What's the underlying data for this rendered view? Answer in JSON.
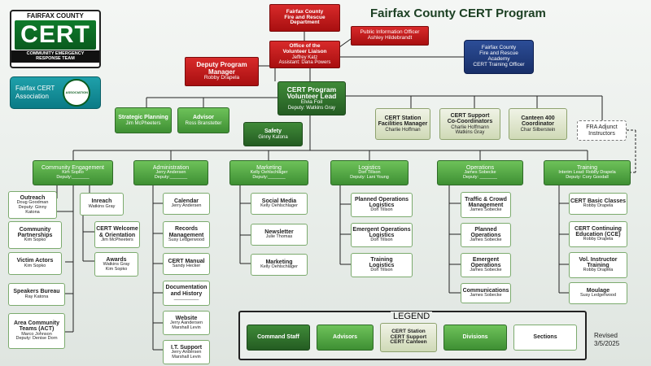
{
  "title": "Fairfax County CERT Program",
  "logo": {
    "top": "FAIRFAX COUNTY",
    "main": "CERT",
    "line1": "COMMUNITY EMERGENCY",
    "line2": "RESPONSE TEAM"
  },
  "association": {
    "line1": "Fairfax CERT",
    "line2": "Association",
    "seal_text": "ASSOCIATION"
  },
  "top_nodes": {
    "fire_dept": {
      "line1": "Fairfax County",
      "line2": "Fire and Rescue",
      "line3": "Department"
    },
    "pio": {
      "title": "Public Information Officer",
      "name": "Ashley Hildebrandt"
    },
    "ovl": {
      "line1": "Office of the",
      "line2": "Volunteer Liaison",
      "name": "Jeffrey Katz",
      "assistant": "Assistant: Dana Powers"
    },
    "academy": {
      "line1": "Fairfax County",
      "line2": "Fire and Rescue",
      "line3": "Academy",
      "line4": "CERT Training Officer"
    },
    "dpm": {
      "line1": "Deputy Program",
      "line2": "Manager",
      "name": "Robby Drapela"
    },
    "lead": {
      "line1": "CERT Program",
      "line2": "Volunteer Lead",
      "name": "Elvia Foil",
      "deputy": "Deputy: Watkins Gray"
    },
    "strategic": {
      "title": "Strategic Planning",
      "name": "Jim McPheeters"
    },
    "advisor": {
      "title": "Advisor",
      "name": "Ross Branstetter"
    },
    "safety": {
      "title": "Safety",
      "name": "Ginny Katona"
    },
    "facilities": {
      "line1": "CERT Station",
      "line2": "Facilities Manager",
      "name": "Charlie Hoffman"
    },
    "support": {
      "line1": "CERT Support",
      "line2": "Co-Coordinators",
      "name1": "Charlie Hoffmann",
      "name2": "Watkins Gray"
    },
    "canteen": {
      "line1": "Canteen 400",
      "line2": "Coordinator",
      "name": "Char Silberstein"
    },
    "fra": {
      "line1": "FRA Adjunct",
      "line2": "Instructors"
    }
  },
  "divisions": [
    {
      "title": "Community Engagement",
      "lead": "Kim Sopko",
      "deputy": "Deputy:_______"
    },
    {
      "title": "Administration",
      "lead": "Jerry Andersen",
      "deputy": "Deputy:_______"
    },
    {
      "title": "Marketing",
      "lead": "Kelly Oehlschlager",
      "deputy": "Deputy:_______"
    },
    {
      "title": "Logistics",
      "lead": "Don Tillson",
      "deputy": "Deputy: Lani Young"
    },
    {
      "title": "Operations",
      "lead": "James Sobecke",
      "deputy": "Deputy: _______"
    },
    {
      "title": "Training",
      "lead": "Interim Lead: Robby Drapela",
      "deputy": "Deputy: Cory Goodall"
    }
  ],
  "sections": {
    "ce_left": [
      {
        "title": "Outreach",
        "sub": [
          "Doug Goodman",
          "Deputy: Ginny",
          "Katona"
        ]
      },
      {
        "title": "Community\nPartnerships",
        "sub": [
          "Kim Sopko"
        ]
      },
      {
        "title": "Victim Actors",
        "sub": [
          "Kim Sopko"
        ]
      },
      {
        "title": "Speakers Bureau",
        "sub": [
          "Ray Katona"
        ]
      },
      {
        "title": "Area Community\nTeams (ACT)",
        "sub": [
          "Marco Johnson",
          "Deputy: Denise Dorn"
        ]
      }
    ],
    "ce_right": [
      {
        "title": "Inreach",
        "sub": [
          "Watkins Gray"
        ]
      },
      {
        "title": "CERT Welcome\n& Orientation",
        "sub": [
          "Jim McPheeters"
        ]
      },
      {
        "title": "Awards",
        "sub": [
          "Watkins Gray",
          "Kim Sopko"
        ]
      }
    ],
    "admin": [
      {
        "title": "Calendar",
        "sub": [
          "Jerry Andersen"
        ]
      },
      {
        "title": "Records\nManagement",
        "sub": [
          "Susy Ledgerwood"
        ]
      },
      {
        "title": "CERT Manual",
        "sub": [
          "Sandy Hecker"
        ]
      },
      {
        "title": "Documentation\nand History",
        "sub": [
          "__________"
        ]
      },
      {
        "title": "Website",
        "sub": [
          "Jerry Aandersen",
          "Marshall Levin"
        ]
      },
      {
        "title": "I.T. Support",
        "sub": [
          "Jerry Andersen",
          "Marshall Levin"
        ]
      }
    ],
    "marketing": [
      {
        "title": "Social Media",
        "sub": [
          "Kelly Oehlschlager"
        ]
      },
      {
        "title": "Newsletter",
        "sub": [
          "Julie Thomas"
        ]
      },
      {
        "title": "Marketing",
        "sub": [
          "Kelly Oehlschlager"
        ]
      }
    ],
    "logistics": [
      {
        "title": "Planned Operations\nLogistics",
        "sub": [
          "Don Tillson"
        ]
      },
      {
        "title": "Emergent Operations\nLogistics",
        "sub": [
          "Don Tillson"
        ]
      },
      {
        "title": "Training\nLogistics",
        "sub": [
          "Don Tillson"
        ]
      }
    ],
    "operations": [
      {
        "title": "Traffic & Crowd\nManagement",
        "sub": [
          "James Sobecke"
        ]
      },
      {
        "title": "Planned\nOperations",
        "sub": [
          "James Sobecke"
        ]
      },
      {
        "title": "Emergent\nOperations",
        "sub": [
          "James Sobecke"
        ]
      },
      {
        "title": "Communications",
        "sub": [
          "James Sobecke"
        ]
      }
    ],
    "training": [
      {
        "title": "CERT Basic Classes",
        "sub": [
          "Robby Drapela"
        ]
      },
      {
        "title": "CERT Continuing\nEducation (CCE)",
        "sub": [
          "Robby Drapela"
        ]
      },
      {
        "title": "Vol. Instructor\nTraining",
        "sub": [
          "Robby Drapela"
        ]
      },
      {
        "title": "Moulage",
        "sub": [
          "Susy Ledgerwood"
        ]
      }
    ]
  },
  "legend": {
    "title": "LEGEND",
    "command": "Command Staff",
    "advisors": "Advisors",
    "station1": "CERT Station",
    "station2": "CERT Support",
    "station3": "CERT Canteen",
    "divisions": "Divisions",
    "sections": "Sections"
  },
  "revised": {
    "line1": "Revised",
    "line2": "3/5/2025"
  },
  "colors": {
    "red": "#c01818",
    "blue": "#22407f",
    "green": "#4fa544",
    "dark_green": "#2f7a2c",
    "teal": "#138d97"
  }
}
